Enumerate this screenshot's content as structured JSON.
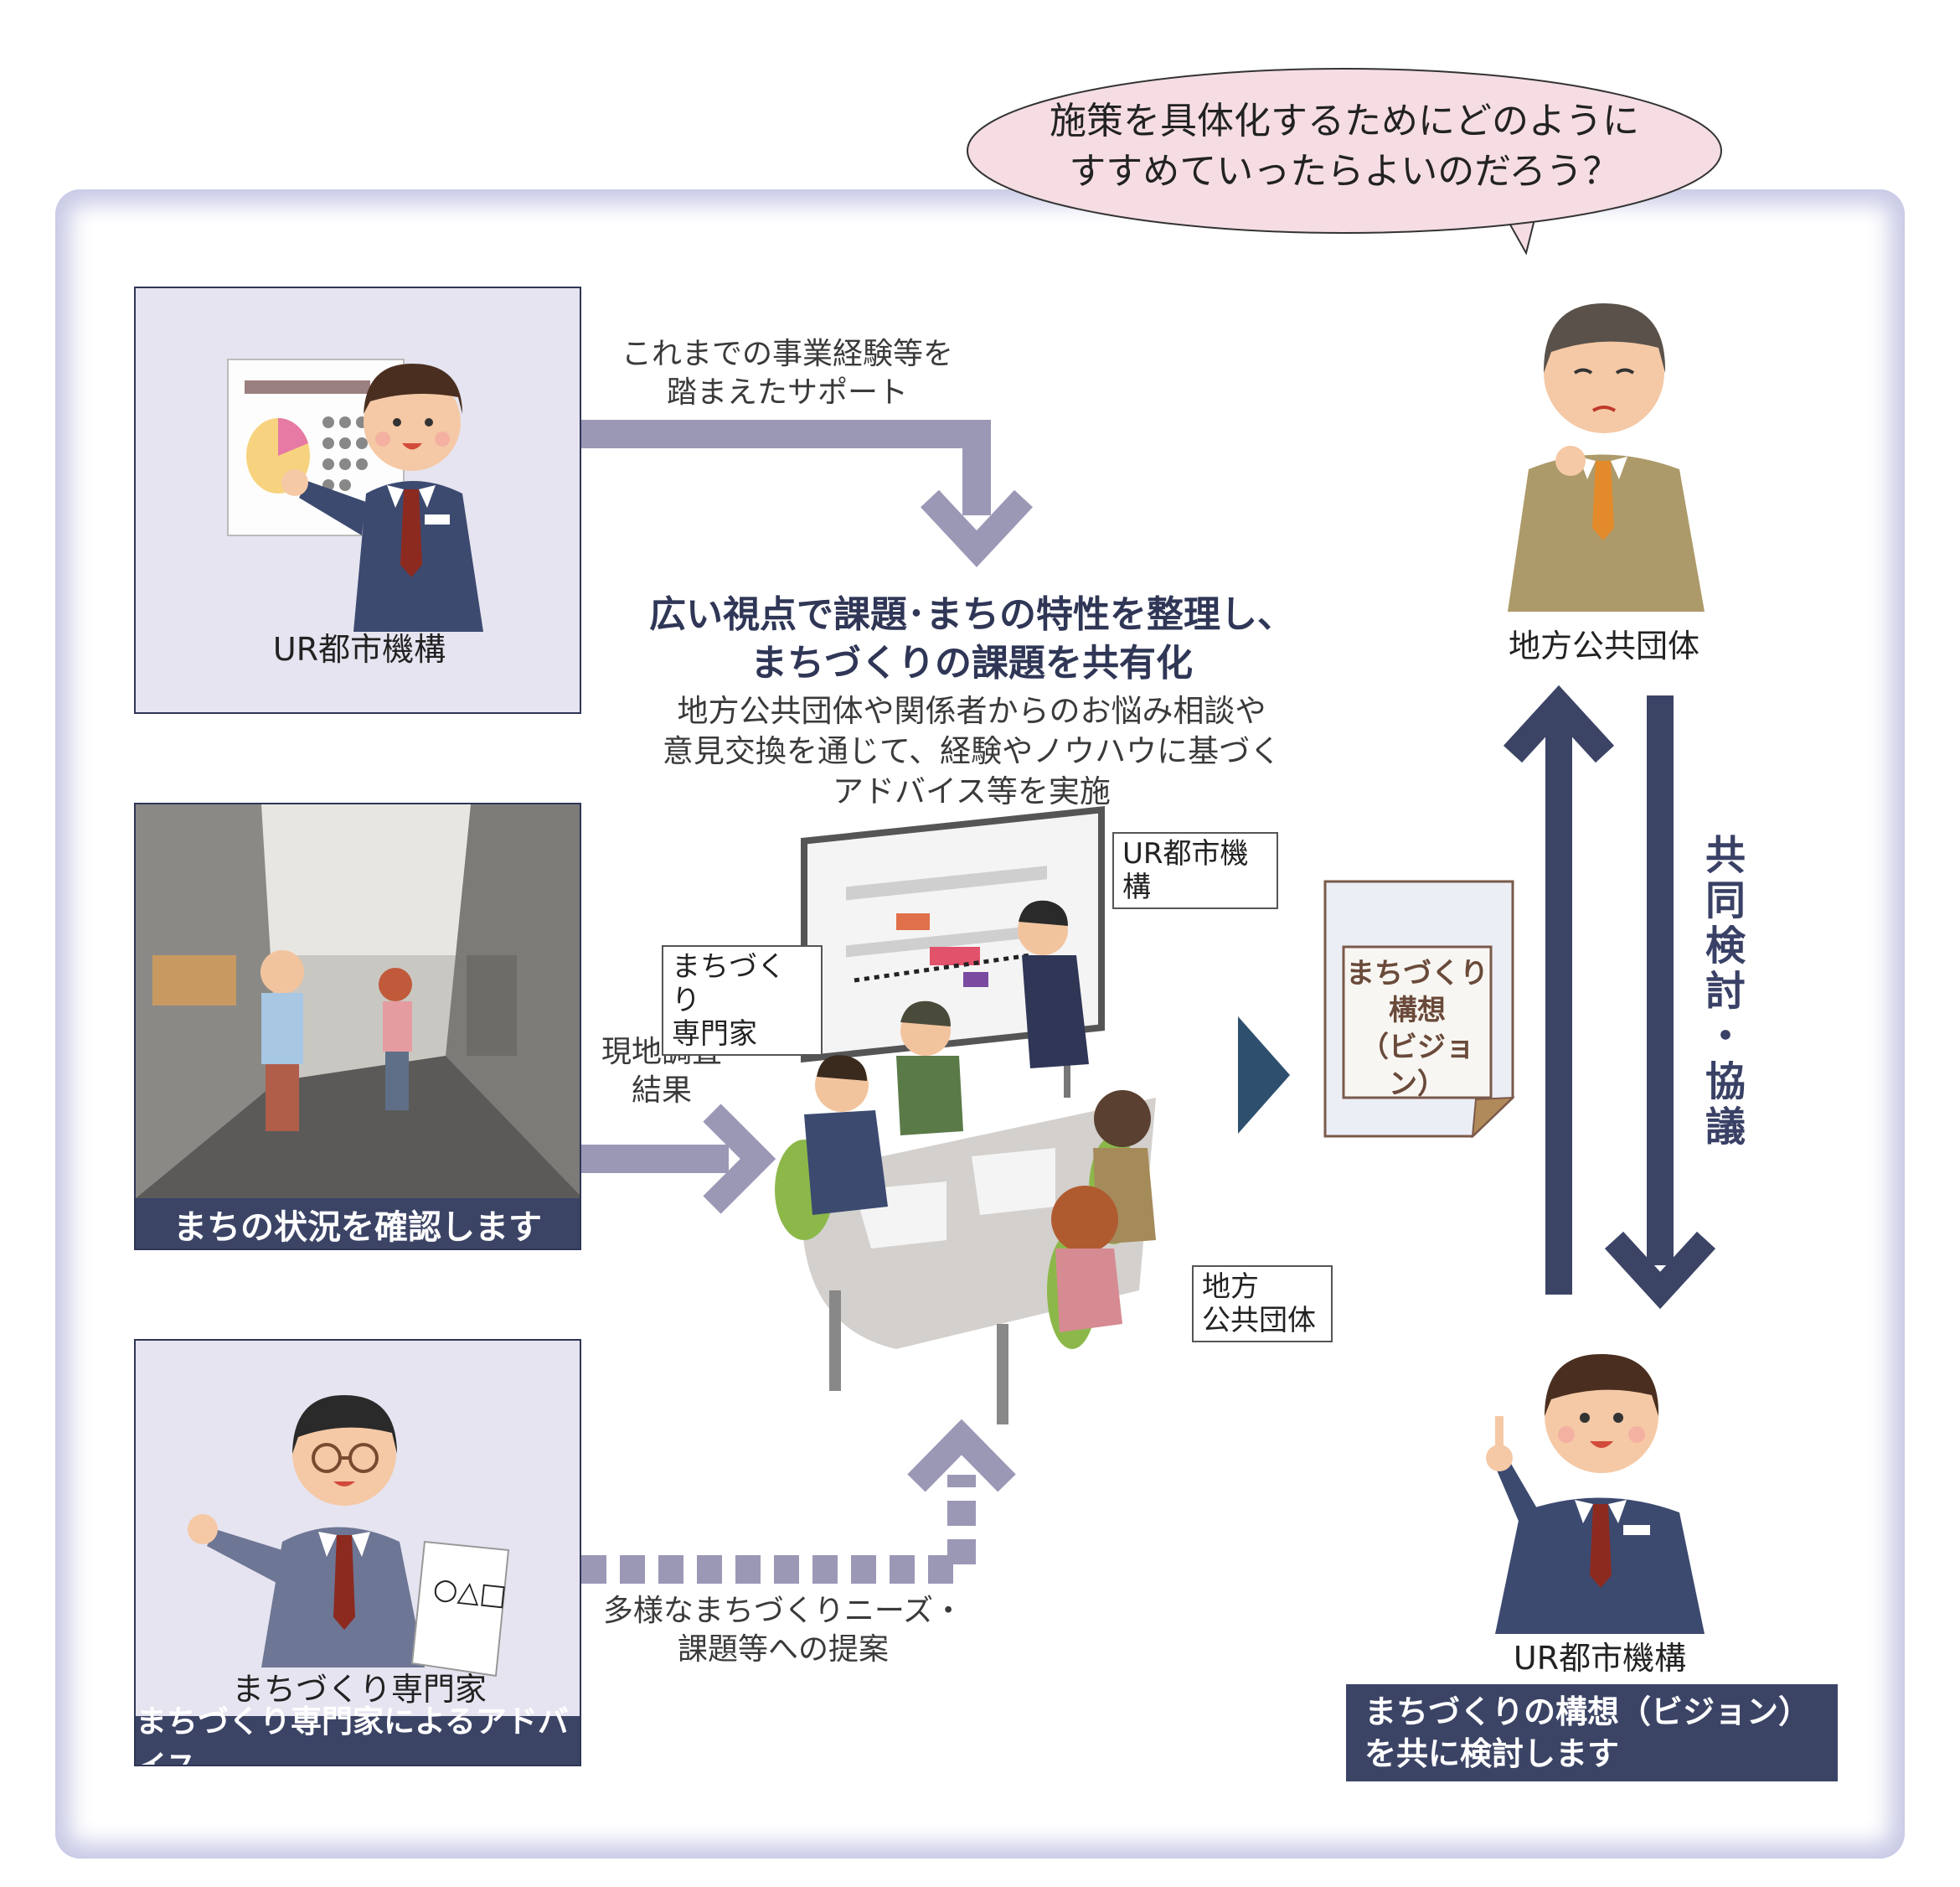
{
  "speech_bubble": {
    "text": "施策を具体化するためにどのように\nすすめていったらよいのだろう？"
  },
  "cards": {
    "ur_top": {
      "label": "UR都市機構"
    },
    "street": {
      "banner": "まちの状況を確認します"
    },
    "expert": {
      "label": "まちづくり専門家",
      "banner": "まちづくり専門家によるアドバイス",
      "paper_text": "○△□"
    }
  },
  "arrows": {
    "support": "これまでの事業経験等を\n踏まえたサポート",
    "survey": "現地調査\n結果",
    "proposal": "多様なまちづくりニーズ・\n課題等への提案",
    "joint": "共同検討・協議"
  },
  "center": {
    "headline": "広い視点で課題･まちの特性を整理し、\nまちづくりの課題を共有化",
    "body": "地方公共団体や関係者からのお悩み相談や\n意見交換を通じて、経験やノウハウに基づく\nアドバイス等を実施",
    "callout_ur": "UR都市機構",
    "callout_expert": "まちづくり\n専門家",
    "callout_local": "地方\n公共団体"
  },
  "vision_doc": {
    "text": "まちづくり\n構想\n（ビジョン）"
  },
  "right": {
    "local_label": "地方公共団体",
    "ur_label": "UR都市機構",
    "banner": "まちづくりの構想（ビジョン）\nを共に検討します"
  },
  "colors": {
    "navy": "#3c4466",
    "lavender": "#9b98b6",
    "card_bg": "#e6e4f0",
    "bubble": "#f5dde3"
  }
}
